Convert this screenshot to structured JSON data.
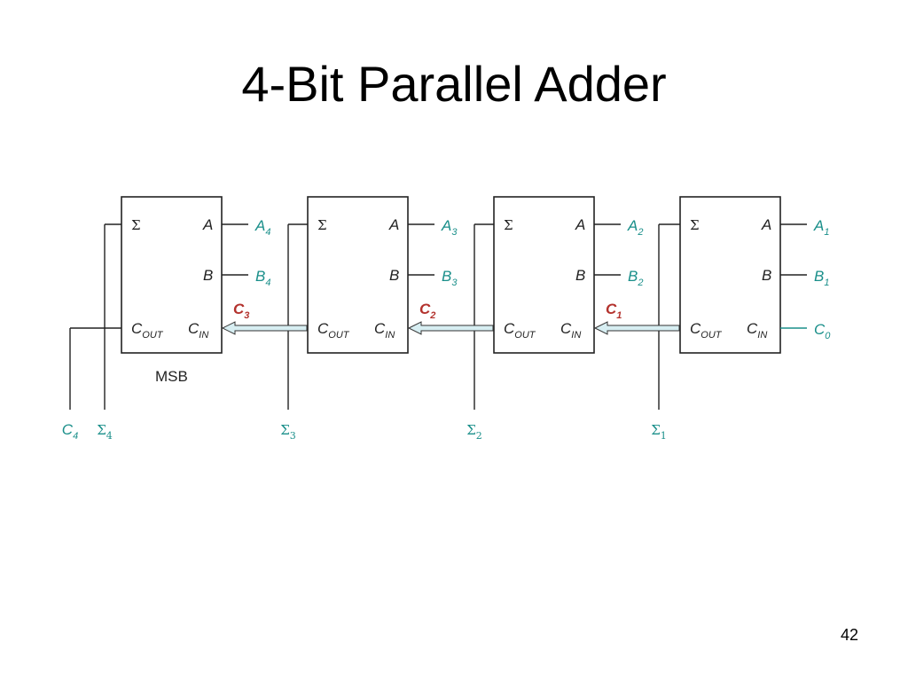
{
  "slide": {
    "title": "4-Bit Parallel Adder",
    "page_number": "42"
  },
  "colors": {
    "external_label": "#1a8f8a",
    "carry_label": "#b3322d",
    "carry_arrow_fill": "#d7eef2"
  },
  "adder": {
    "internal": {
      "sum": "Σ",
      "a": "A",
      "b": "B",
      "cout": "C",
      "cout_sub": "OUT",
      "cin": "C",
      "cin_sub": "IN"
    },
    "msb_label": "MSB",
    "stages": [
      {
        "a_main": "A",
        "a_sub": "4",
        "b_main": "B",
        "b_sub": "4",
        "sum_main": "Σ",
        "sum_sub": "4"
      },
      {
        "a_main": "A",
        "a_sub": "3",
        "b_main": "B",
        "b_sub": "3",
        "sum_main": "Σ",
        "sum_sub": "3"
      },
      {
        "a_main": "A",
        "a_sub": "2",
        "b_main": "B",
        "b_sub": "2",
        "sum_main": "Σ",
        "sum_sub": "2"
      },
      {
        "a_main": "A",
        "a_sub": "1",
        "b_main": "B",
        "b_sub": "1",
        "sum_main": "Σ",
        "sum_sub": "1"
      }
    ],
    "carries": [
      {
        "main": "C",
        "sub": "3"
      },
      {
        "main": "C",
        "sub": "2"
      },
      {
        "main": "C",
        "sub": "1"
      }
    ],
    "carry_in": {
      "main": "C",
      "sub": "0"
    },
    "carry_out": {
      "main": "C",
      "sub": "4"
    }
  }
}
